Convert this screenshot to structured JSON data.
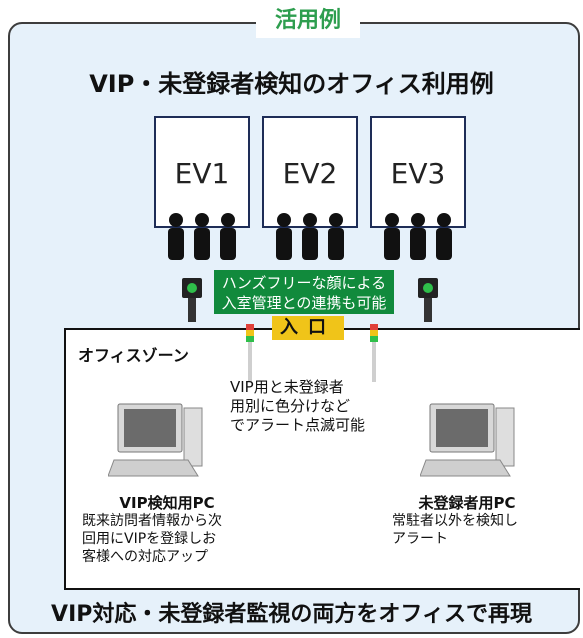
{
  "header": {
    "title": "活用例"
  },
  "main_title": "VIP・未登録者検知のオフィス利用例",
  "elevators": [
    {
      "label": "EV1"
    },
    {
      "label": "EV2"
    },
    {
      "label": "EV3"
    }
  ],
  "green_box": {
    "line1": "ハンズフリーな顔による",
    "line2": "入室管理との連携も可能"
  },
  "entrance": {
    "label": "入口"
  },
  "office_zone": {
    "label": "オフィスゾーン"
  },
  "alert_note": {
    "line1": "VIP用と未登録者",
    "line2": "用別に色分けなど",
    "line3": "でアラート点滅可能"
  },
  "vip_pc": {
    "title": "VIP検知用PC",
    "line1": "既来訪問者情報から次",
    "line2": "回用にVIPを登録しお",
    "line3": "客様への対応アップ"
  },
  "unregistered_pc": {
    "title": "未登録者用PC",
    "line1": "常駐者以外を検知し",
    "line2": "アラート"
  },
  "bottom_text": "VIP対応・未登録者監視の両方をオフィスで再現",
  "colors": {
    "panel_bg": "#e6f1fa",
    "accent_green": "#118a3c",
    "title_green": "#2e9e4f",
    "entrance_yellow": "#f0c419"
  }
}
